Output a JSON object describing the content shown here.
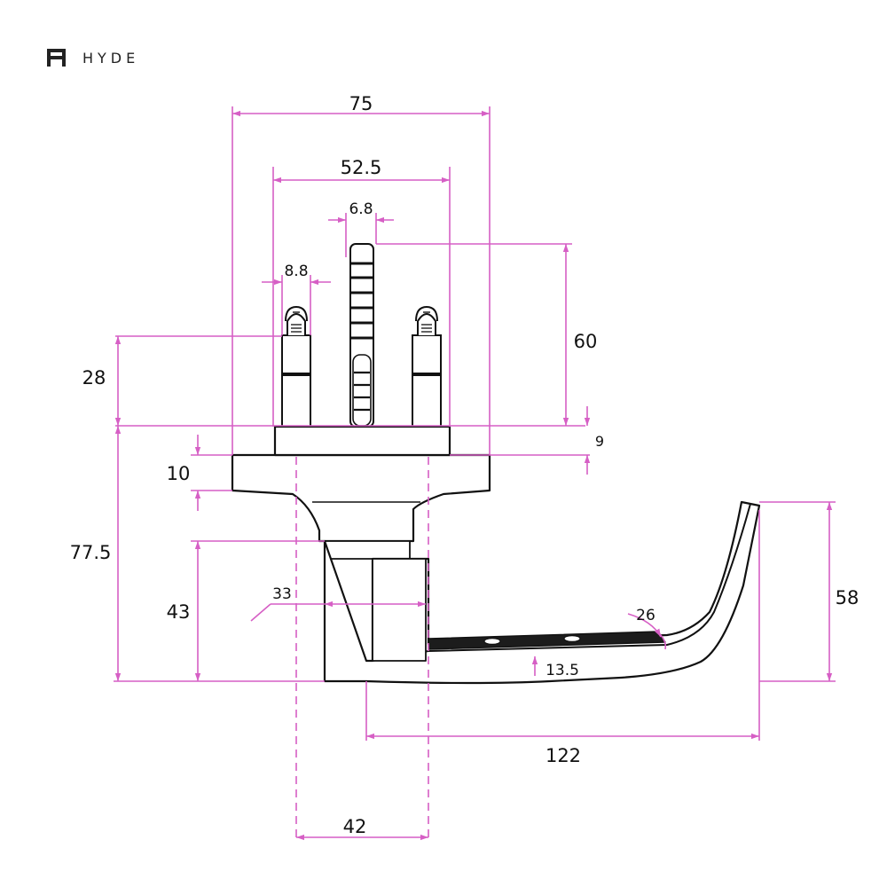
{
  "brand": {
    "name": "HYDE",
    "logo_icon": "hyde-h-logo"
  },
  "colors": {
    "dimension_line": "#d65fc5",
    "outline": "#111111",
    "fill": "#ffffff"
  },
  "dimensions": {
    "overall_width": "75",
    "bolt_spacing": "52.5",
    "spindle_width": "6.8",
    "screw_diameter": "8.8",
    "spindle_length": "60",
    "screw_height": "28",
    "boss_height": "9",
    "rose_thickness": "10",
    "total_height": "77.5",
    "neck_height": "43",
    "neck_width": "33",
    "tip_angle": "26",
    "lever_thickness": "13.5",
    "lever_length": "122",
    "lever_tip_height": "58",
    "neck_offset": "42"
  }
}
